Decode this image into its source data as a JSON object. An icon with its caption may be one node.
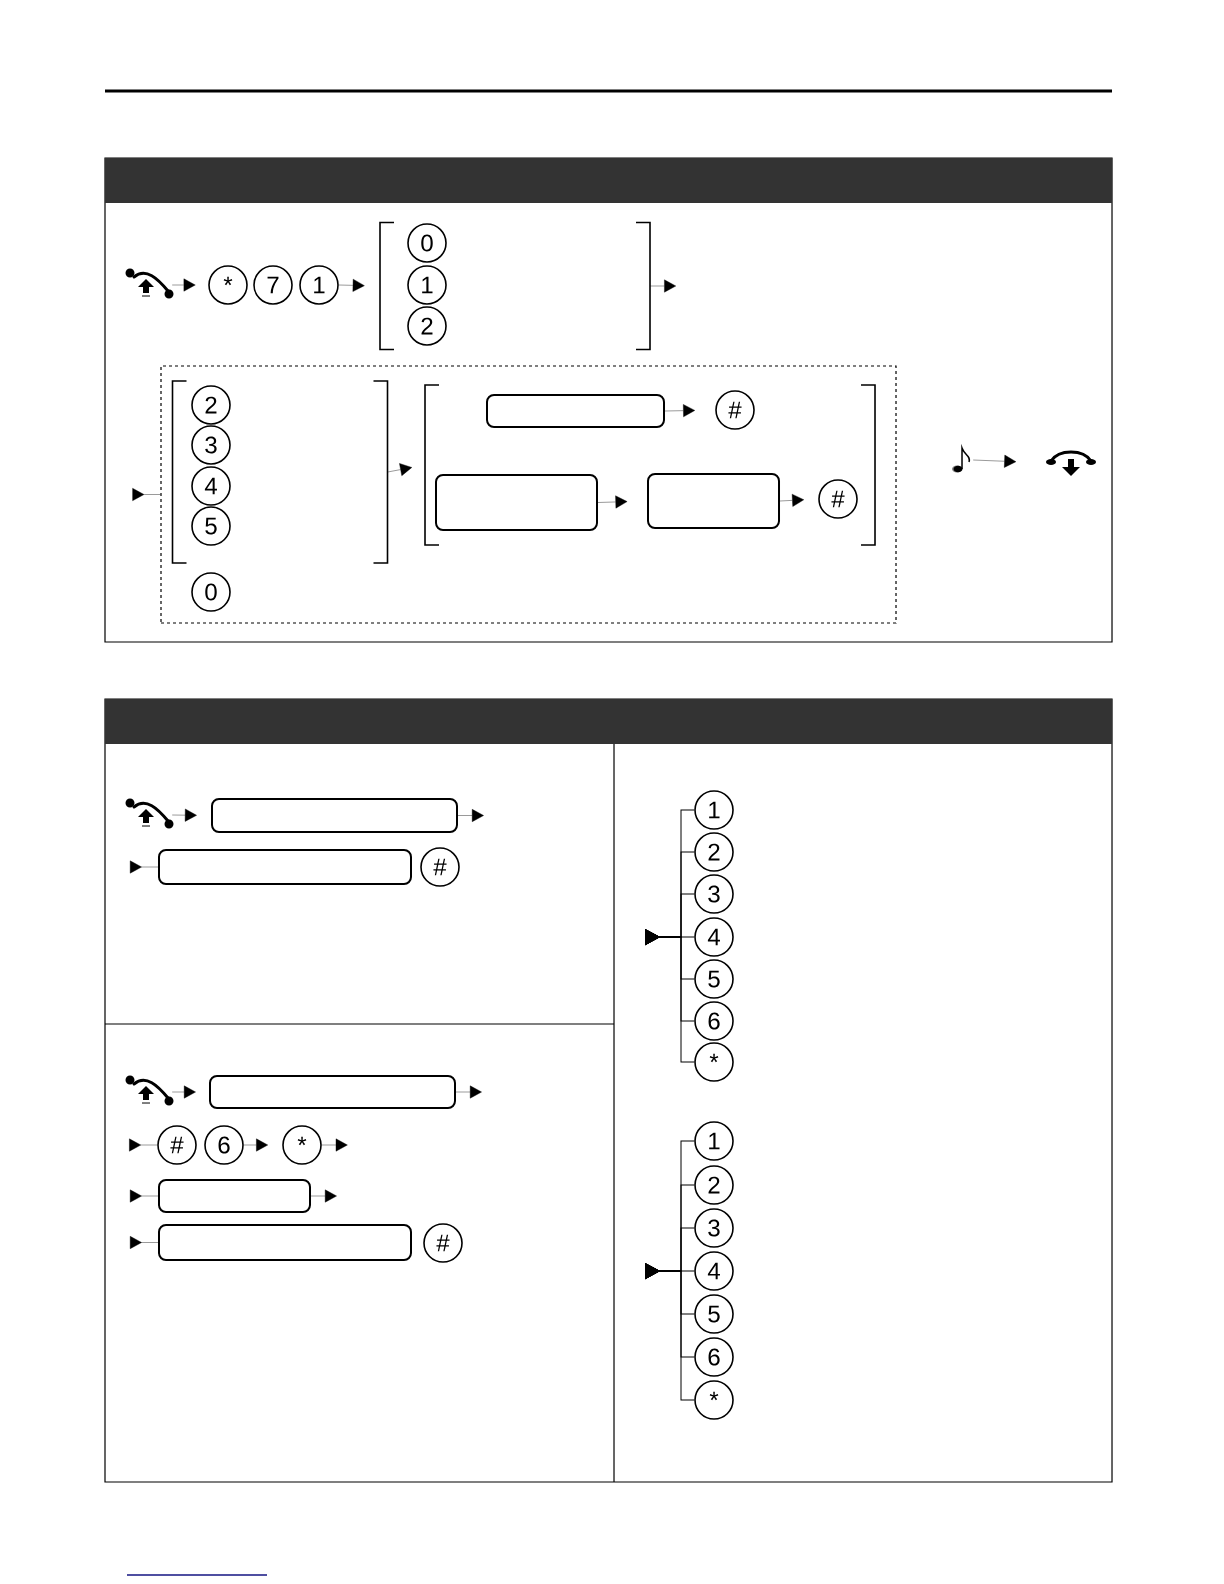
{
  "diagram": {
    "nodes": [
      {
        "text": [],
        "shape": "handset"
      },
      {
        "text": [
          "*"
        ]
      },
      {
        "text": [
          "7"
        ]
      },
      {
        "text": [
          "1"
        ]
      },
      {
        "text": [],
        "shape": "bracket"
      },
      {
        "text": [
          "0"
        ],
        "in": 4
      },
      {
        "text": [
          "1"
        ],
        "in": 4
      },
      {
        "text": [
          "2"
        ],
        "in": 4
      },
      {
        "text": [],
        "shape": "box"
      },
      {
        "text": [],
        "shape": "bracket",
        "in": 8
      },
      {
        "text": [
          "2"
        ],
        "in": 9
      },
      {
        "text": [
          "3"
        ],
        "in": 9
      },
      {
        "text": [
          "4"
        ],
        "in": 9
      },
      {
        "text": [
          "5"
        ],
        "in": 9
      },
      {
        "text": [
          "0"
        ],
        "in": 8
      },
      {
        "text": [],
        "shape": "bracket",
        "in": 8
      },
      {
        "text": [],
        "shape": "box",
        "in": 15
      },
      {
        "text": [
          "#"
        ],
        "in": 15
      },
      {
        "text": [],
        "shape": "box",
        "in": 15
      },
      {
        "text": [],
        "shape": "box",
        "in": 15
      },
      {
        "text": [
          "#"
        ],
        "in": 15
      },
      {
        "text": [],
        "shape": "note"
      },
      {
        "text": [],
        "shape": "handset"
      },
      {
        "text": [],
        "shape": "handset"
      },
      {
        "text": [],
        "shape": "box"
      },
      {
        "text": [],
        "shape": "box"
      },
      {
        "text": [
          "#"
        ]
      },
      {
        "text": [],
        "shape": "handset"
      },
      {
        "text": [],
        "shape": "box"
      },
      {
        "text": [
          "#"
        ]
      },
      {
        "text": [
          "6"
        ]
      },
      {
        "text": [
          "*"
        ]
      },
      {
        "text": [],
        "shape": "box"
      },
      {
        "text": [],
        "shape": "box"
      },
      {
        "text": [
          "#"
        ]
      },
      {
        "text": [
          "1"
        ]
      },
      {
        "text": [
          "2"
        ]
      },
      {
        "text": [
          "3"
        ]
      },
      {
        "text": [
          "4"
        ]
      },
      {
        "text": [
          "5"
        ]
      },
      {
        "text": [
          "6"
        ]
      },
      {
        "text": [
          "*"
        ]
      },
      {
        "text": [
          "1"
        ]
      },
      {
        "text": [
          "2"
        ]
      },
      {
        "text": [
          "3"
        ]
      },
      {
        "text": [
          "4"
        ]
      },
      {
        "text": [
          "5"
        ]
      },
      {
        "text": [
          "6"
        ]
      },
      {
        "text": [
          "*"
        ]
      }
    ],
    "edges": [
      {
        "from": 0,
        "to": 1,
        "arrow": "to"
      },
      {
        "from": 3,
        "to": 4,
        "arrow": "to"
      },
      {
        "from": 4,
        "to": null,
        "arrow": "to"
      },
      {
        "from": null,
        "to": 8,
        "arrow": "to"
      },
      {
        "from": 9,
        "to": 15,
        "arrow": "to"
      },
      {
        "from": 16,
        "to": 17,
        "arrow": "to"
      },
      {
        "from": 18,
        "to": 19,
        "arrow": "to"
      },
      {
        "from": 19,
        "to": 20,
        "arrow": "to"
      },
      {
        "from": 21,
        "to": 22,
        "arrow": "to"
      },
      {
        "from": 23,
        "to": 24,
        "arrow": "to"
      },
      {
        "from": 24,
        "to": null,
        "arrow": "to"
      },
      {
        "from": null,
        "to": 25,
        "arrow": "to"
      },
      {
        "from": 27,
        "to": 28,
        "arrow": "to"
      },
      {
        "from": 28,
        "to": null,
        "arrow": "to"
      },
      {
        "from": null,
        "to": 29,
        "arrow": "to"
      },
      {
        "from": 30,
        "to": 31,
        "arrow": "to"
      },
      {
        "from": 31,
        "to": null,
        "arrow": "to"
      },
      {
        "from": null,
        "to": 32,
        "arrow": "to"
      },
      {
        "from": 32,
        "to": null,
        "arrow": "to"
      },
      {
        "from": null,
        "to": 33,
        "arrow": "to"
      },
      {
        "from": null,
        "to": 35,
        "arrow": "to"
      },
      {
        "from": null,
        "to": 36,
        "arrow": "to"
      },
      {
        "from": null,
        "to": 37,
        "arrow": "to"
      },
      {
        "from": null,
        "to": 38,
        "arrow": "to"
      },
      {
        "from": null,
        "to": 39,
        "arrow": "to"
      },
      {
        "from": null,
        "to": 40,
        "arrow": "to"
      },
      {
        "from": null,
        "to": 41,
        "arrow": "to"
      },
      {
        "from": null,
        "to": 42,
        "arrow": "to"
      },
      {
        "from": null,
        "to": 43,
        "arrow": "to"
      },
      {
        "from": null,
        "to": 44,
        "arrow": "to"
      },
      {
        "from": null,
        "to": 45,
        "arrow": "to"
      },
      {
        "from": null,
        "to": 46,
        "arrow": "to"
      },
      {
        "from": null,
        "to": 47,
        "arrow": "to"
      },
      {
        "from": null,
        "to": 48,
        "arrow": "to"
      }
    ]
  }
}
